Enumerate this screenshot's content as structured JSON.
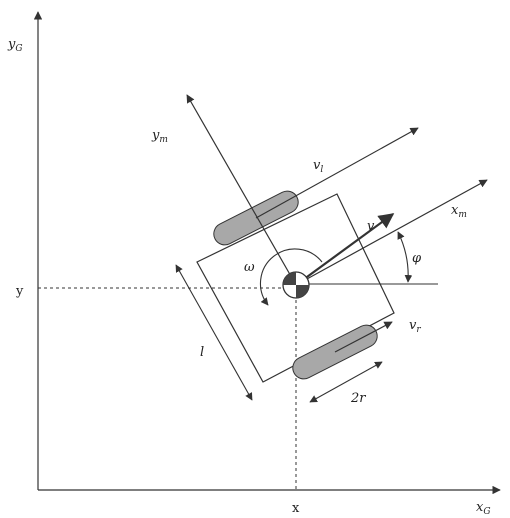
{
  "labels": {
    "y_axis": "y",
    "y_axis_sub": "G",
    "x_axis": "x",
    "x_axis_sub": "G",
    "y_tick": "y",
    "x_tick": "x",
    "ym": "y",
    "ym_sub": "m",
    "xm": "x",
    "xm_sub": "m",
    "vl": "v",
    "vl_sub": "l",
    "vr": "v",
    "vr_sub": "r",
    "v": "v",
    "phi": "φ",
    "omega": "ω",
    "l": "l",
    "two_r": "2r"
  },
  "colors": {
    "line": "#333333",
    "wheel_fill": "#a8a8a8",
    "center_dark": "#444444"
  }
}
